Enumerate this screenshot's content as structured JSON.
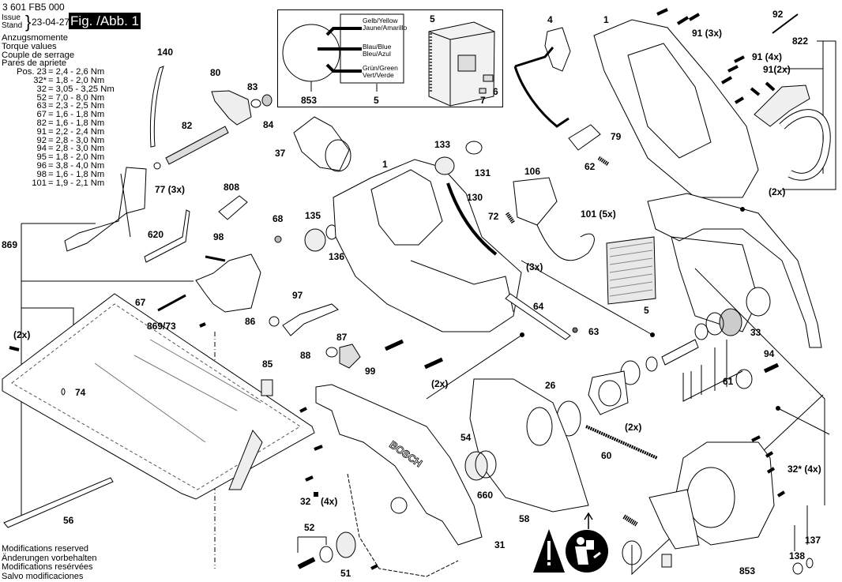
{
  "header": {
    "part_number": "3 601 FB5 000",
    "issue_label_en": "Issue",
    "issue_label_de": "Stand",
    "issue_date": "23-04-27",
    "figure_label": "Fig. /Abb. 1"
  },
  "torque": {
    "titles": [
      "Anzugsmomente",
      "Torque values",
      "Couple de serrage",
      "Pares de apriete"
    ],
    "rows": [
      {
        "pos": "Pos. 23",
        "value": "= 2,4 - 2,6 Nm"
      },
      {
        "pos": "32*",
        "value": "= 1,8 - 2,0 Nm"
      },
      {
        "pos": "32",
        "value": "= 3,05 - 3,25 Nm"
      },
      {
        "pos": "52",
        "value": "= 7,0 - 8,0 Nm"
      },
      {
        "pos": "63",
        "value": "= 2,3 - 2,5 Nm"
      },
      {
        "pos": "67",
        "value": "= 1,6 - 1,8 Nm"
      },
      {
        "pos": "82",
        "value": "= 1,6 - 1,8 Nm"
      },
      {
        "pos": "91",
        "value": "= 2,2 - 2,4 Nm"
      },
      {
        "pos": "92",
        "value": "= 2,8 - 3,0 Nm"
      },
      {
        "pos": "94",
        "value": "= 2,8 - 3,0 Nm"
      },
      {
        "pos": "95",
        "value": "= 1,8 - 2,0 Nm"
      },
      {
        "pos": "96",
        "value": "= 3,8 - 4,0 Nm"
      },
      {
        "pos": "98",
        "value": "= 1,6 - 1,8 Nm"
      },
      {
        "pos": "101",
        "value": "= 1,9 - 2,1 Nm"
      }
    ]
  },
  "inset": {
    "wires": [
      {
        "line1": "Gelb/Yellow",
        "line2": "Jaune/Amarillo"
      },
      {
        "line1": "Blau/Blue",
        "line2": "Bleu/Azul"
      },
      {
        "line1": "Grün/Green",
        "line2": "Vert/Verde"
      }
    ],
    "labels": [
      "853",
      "5",
      "5",
      "6",
      "7"
    ]
  },
  "footer": {
    "lines": [
      "Modifications reserved",
      "Änderungen vorbehalten",
      "Modifications resérvées",
      "Salvo modificaciones"
    ]
  },
  "brand": "BOSCH",
  "part_labels": {
    "p140": "140",
    "p80": "80",
    "p83": "83",
    "p84": "84",
    "p82": "82",
    "p77": "77 (3x)",
    "p37": "37",
    "p808": "808",
    "p869": "869",
    "p620": "620",
    "p68": "68",
    "p98": "98",
    "p67": "67",
    "p97": "97",
    "p86": "86",
    "p869_73": "869/73",
    "p87": "87",
    "p88": "88",
    "p99": "99",
    "p2x_left": "(2x)",
    "p74": "74",
    "p85": "85",
    "p56": "56",
    "p1_main": "1",
    "p135": "135",
    "p136": "136",
    "p133": "133",
    "p131": "131",
    "p130": "130",
    "p106": "106",
    "p72": "72",
    "p101": "101 (5x)",
    "p3x": "(3x)",
    "p64": "64",
    "p63": "63",
    "p5_mid": "5",
    "p4": "4",
    "p1_top": "1",
    "p79": "79",
    "p62": "62",
    "p91_3x": "91 (3x)",
    "p91_4x": "91 (4x)",
    "p91_2x": "91(2x)",
    "p92": "92",
    "p822": "822",
    "p2x_right": "(2x)",
    "p33": "33",
    "p94": "94",
    "p61": "61",
    "p26": "26",
    "p2x_mid": "(2x)",
    "p2x_bolt": "(2x)",
    "p60": "60",
    "p54": "54",
    "p660": "660",
    "p58": "58",
    "p32_4x": "32",
    "p4x_left": "(4x)",
    "p52": "52",
    "p51": "51",
    "p31": "31",
    "p32s_4x": "32* (4x)",
    "p853": "853",
    "p138": "138",
    "p137": "137"
  }
}
